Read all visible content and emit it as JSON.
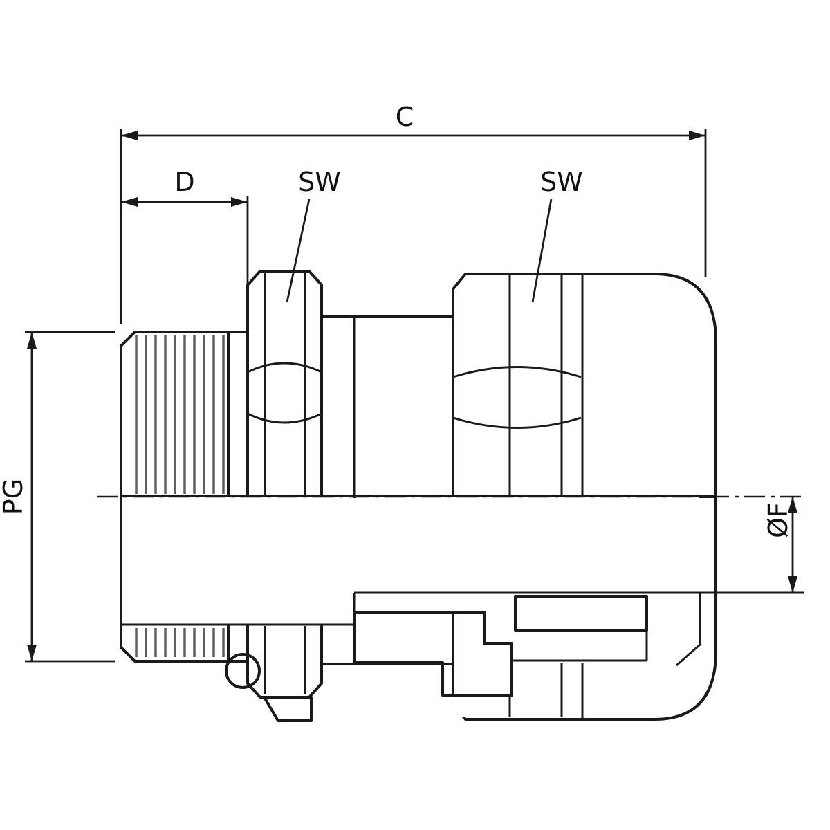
{
  "drawing": {
    "dimension_labels": {
      "overall_length": "C",
      "thread_length": "D",
      "wrench_size_left": "SW",
      "wrench_size_right": "SW",
      "thread_designation": "PG",
      "clamping_diameter": "ØF"
    },
    "colors": {
      "line": "#1a1a1a",
      "thread_body": "#b3b3b3",
      "spacer_ring": "#b3b3b3",
      "hex_nut_small": "#a4a4a4",
      "body_middle": "#bdbdbd",
      "cap_nut": "#c9c9c9",
      "clamp_insert": "#bdbdbd",
      "clamp_tab": "#a4a4a4",
      "seal_insert": "#6f6f6f",
      "o_ring": "#b3b3b3",
      "thread_stripe": "#5f5f5f",
      "background": "#ffffff"
    }
  }
}
